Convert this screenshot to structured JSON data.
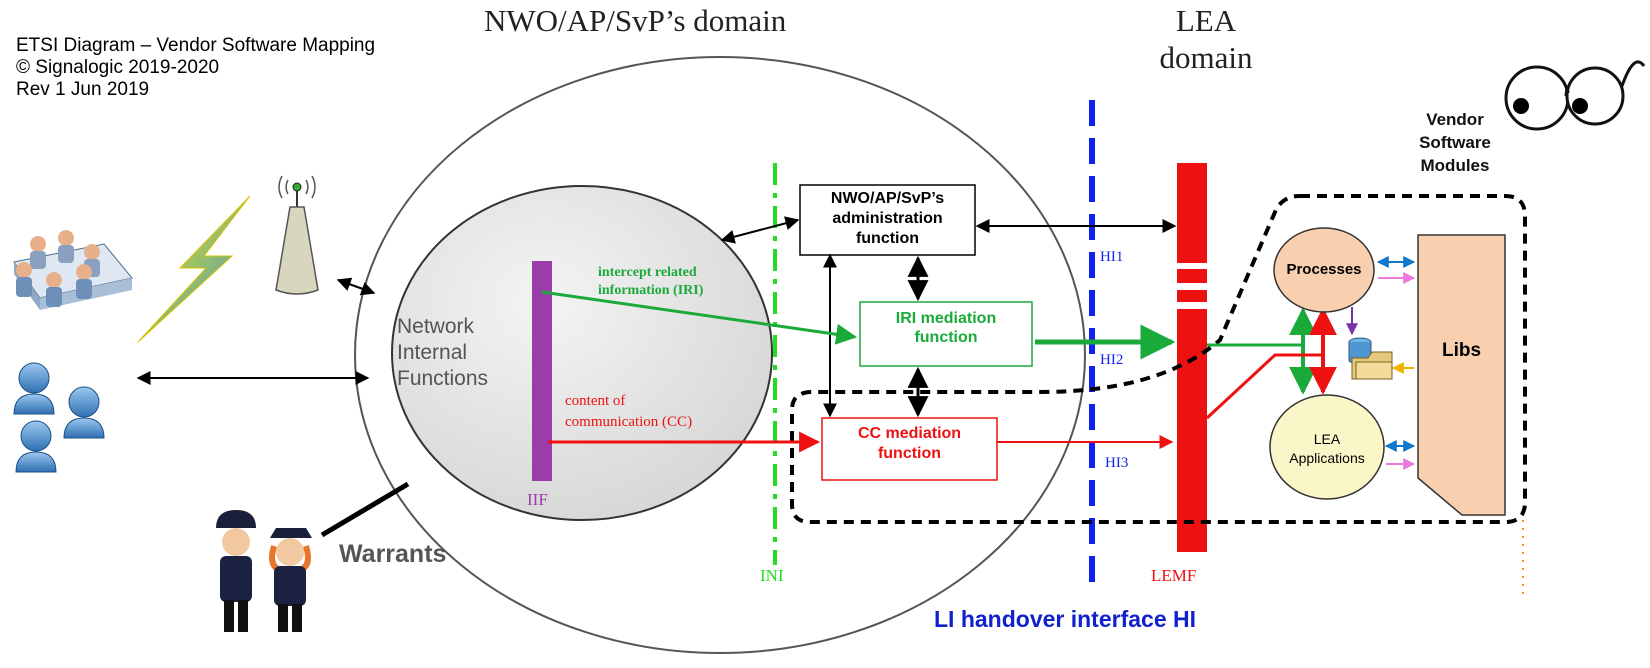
{
  "header": {
    "title": "ETSI Diagram – Vendor Software Mapping",
    "copyright": "© Signalogic 2019-2020",
    "revision": "Rev 1 Jun 2019"
  },
  "domains": {
    "nwo": "NWO/AP/SvP’s domain",
    "lea_line1": "LEA",
    "lea_line2": "domain"
  },
  "network": {
    "label_line1": "Network",
    "label_line2": "Internal",
    "label_line3": "Functions",
    "iif": "IIF",
    "iri_line1": "intercept related",
    "iri_line2": "information (IRI)",
    "cc_line1": "content of",
    "cc_line2": "communication (CC)"
  },
  "functions": {
    "admin_line1": "NWO/AP/SvP’s",
    "admin_line2": "administration",
    "admin_line3": "function",
    "iri_med_line1": "IRI mediation",
    "iri_med_line2": "function",
    "cc_med_line1": "CC mediation",
    "cc_med_line2": "function"
  },
  "interfaces": {
    "ini": "INI",
    "hi1": "HI1",
    "hi2": "HI2",
    "hi3": "HI3",
    "lemf": "LEMF",
    "handover": "LI handover interface HI"
  },
  "vendor": {
    "line1": "Vendor",
    "line2": "Software",
    "line3": "Modules",
    "processes": "Processes",
    "lea_apps_line1": "LEA",
    "lea_apps_line2": "Applications",
    "libs": "Libs"
  },
  "warrants": "Warrants",
  "colors": {
    "green": "#1aaa3a",
    "bright_green": "#22dd22",
    "red": "#ee1111",
    "blue": "#1122ee",
    "purple": "#9b3da8",
    "peach": "#f8d0b0",
    "cream": "#fbf6c8"
  },
  "icons": [
    "meeting-people-icon",
    "lightning-icon",
    "antenna-tower-icon",
    "users-icon",
    "police-officers-icon",
    "eyeglasses-icon",
    "database-folder-icon"
  ]
}
